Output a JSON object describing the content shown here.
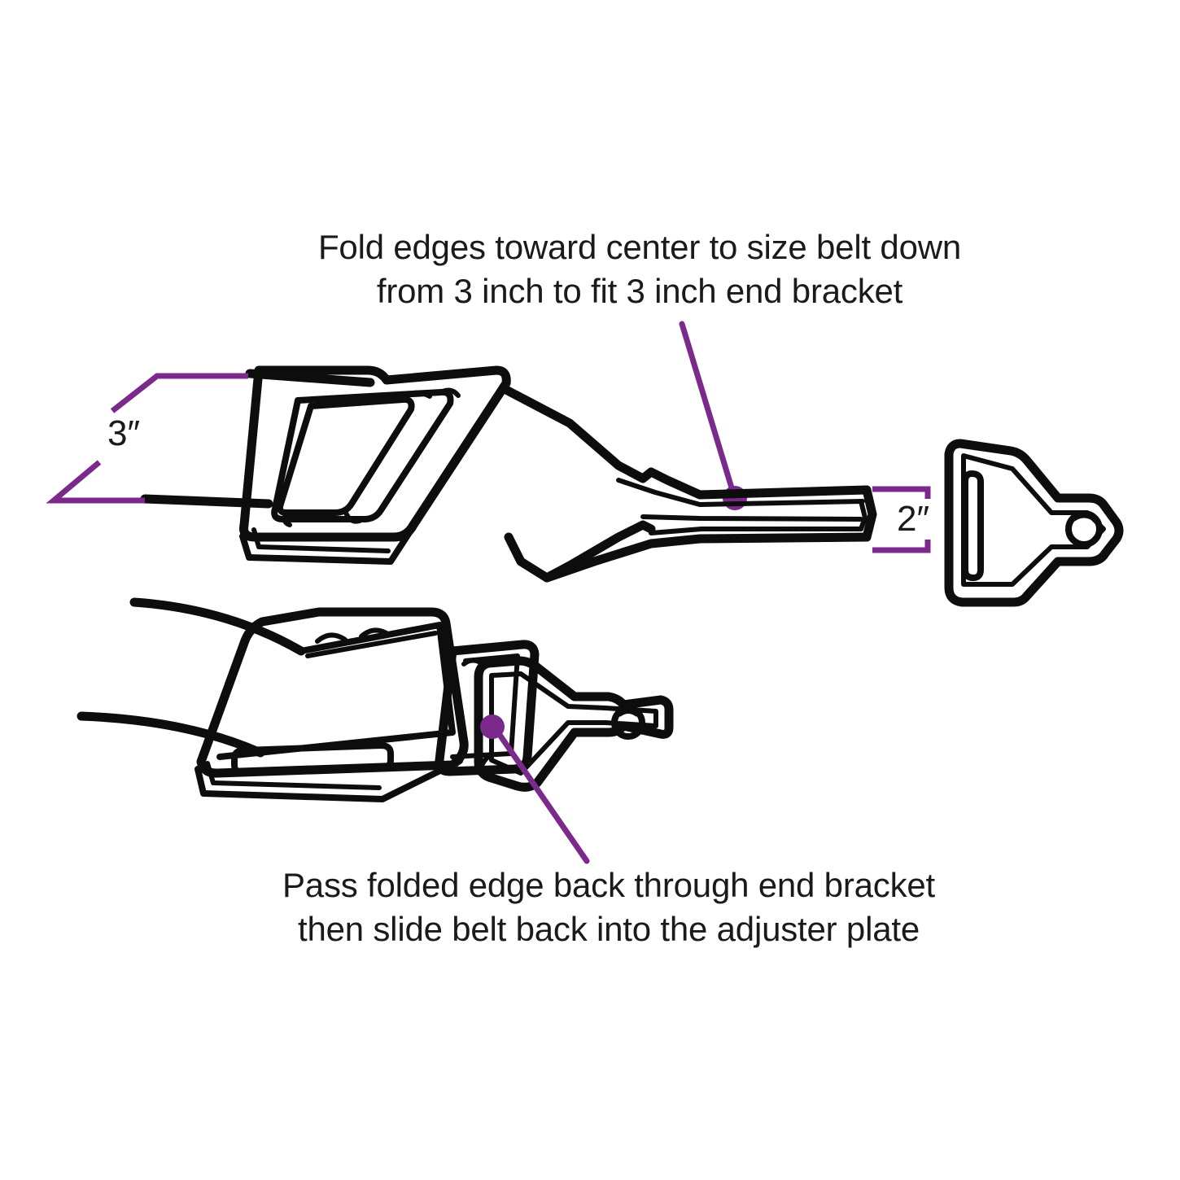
{
  "diagram": {
    "title": "Seat belt webbing fold and end bracket assembly instructions",
    "ink_color": "#0d0d0d",
    "annotation_color": "#7B2A8C",
    "background_color": "#ffffff",
    "text_color": "#1a1a1a"
  },
  "captions": {
    "top": {
      "line1": "Fold edges toward center to size belt down",
      "line2": "from 3 inch to fit 3 inch end bracket"
    },
    "bottom": {
      "line1": "Pass folded edge back through end bracket",
      "line2": "then slide belt back into the adjuster plate"
    }
  },
  "dimensions": {
    "belt_width_label": "3″",
    "folded_width_label": "2″"
  },
  "parts": {
    "adjuster_plate_top": "adjuster-plate",
    "webbing_top": "seat-belt-webbing",
    "folded_tail_top": "folded-webbing-tail",
    "end_bracket_right": "end-bracket",
    "adjuster_plate_bottom": "adjuster-plate",
    "webbing_bottom": "seat-belt-webbing",
    "end_bracket_bottom": "end-bracket"
  }
}
